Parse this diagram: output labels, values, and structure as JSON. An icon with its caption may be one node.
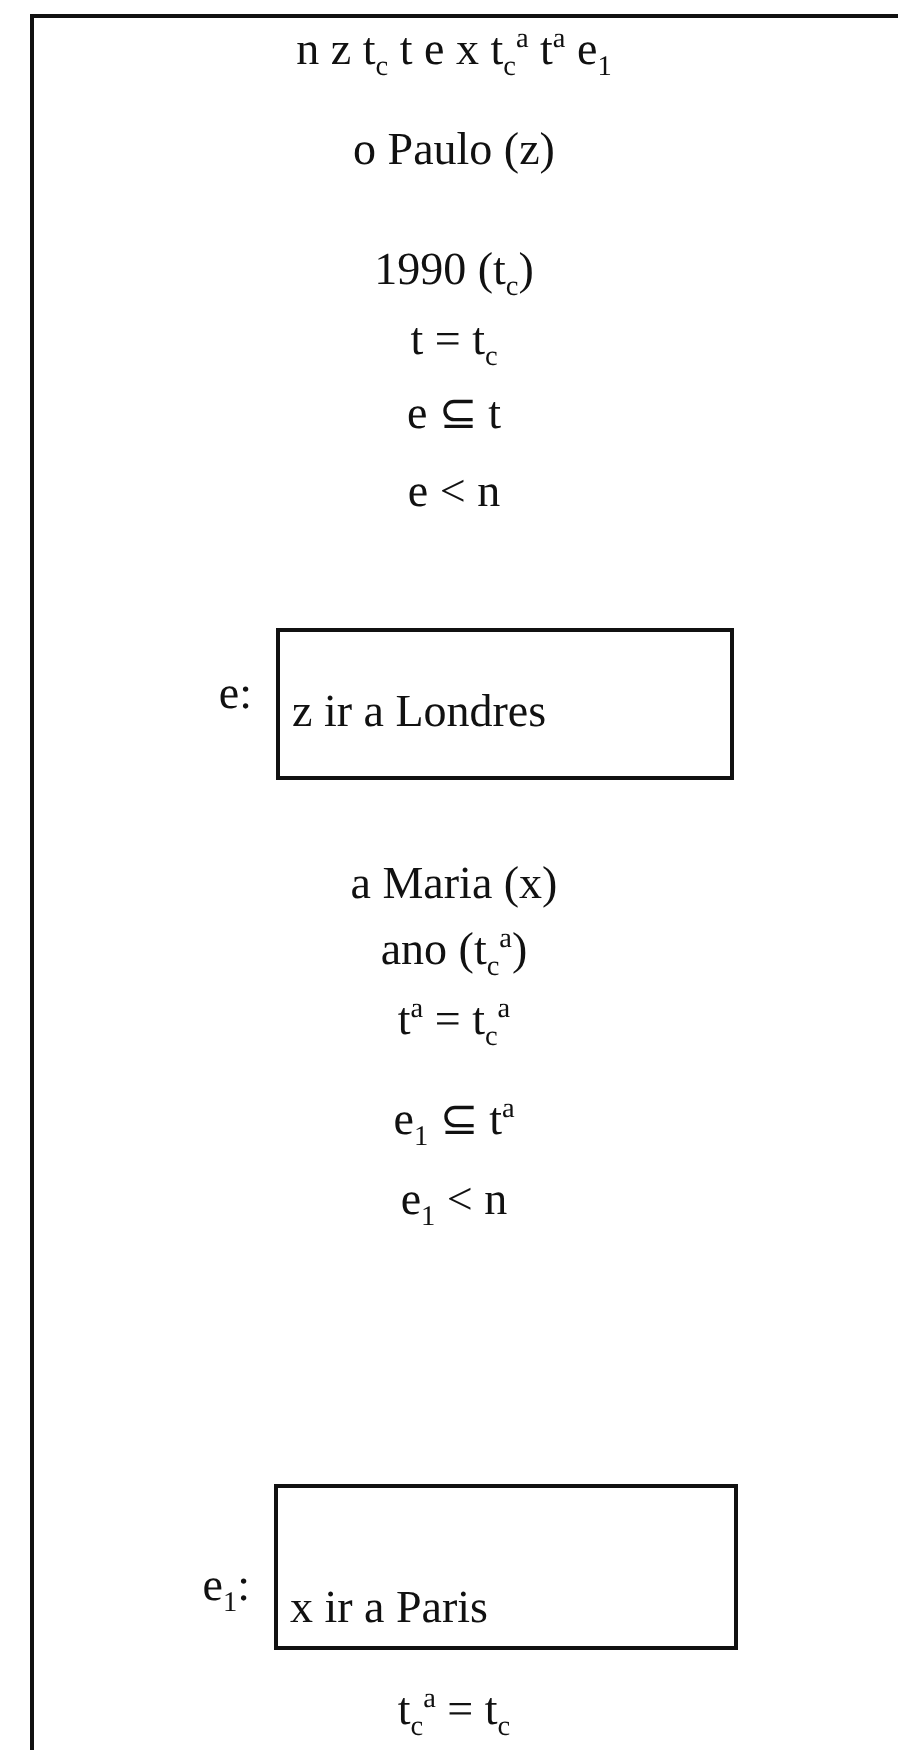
{
  "diagram": {
    "nodes": [
      {
        "text": [
          "n z t$_{c}$ t e x t$_{c}$$^{a}$ t$^{a}$ e$_{1}$",
          "o Paulo (z)",
          "1990 (t$_{c}$)",
          "t = t$_{c}$",
          "e ⊆ t",
          "e < n",
          "a Maria (x)",
          "ano (t$_{c}$$^{a}$)",
          "t$^{a}$ = t$_{c}$$^{a}$",
          "e$_{1}$ ⊆ t$^{a}$",
          "e$_{1}$ < n",
          "t$_{c}$$^{a}$ = t$_{c}$"
        ]
      },
      {
        "text": [
          "z ir a Londres"
        ],
        "in": 0,
        "beside": [
          "e:"
        ]
      },
      {
        "text": [
          "x ir a Paris"
        ],
        "in": 0,
        "beside": [
          "e$_{1}$:"
        ]
      }
    ]
  }
}
